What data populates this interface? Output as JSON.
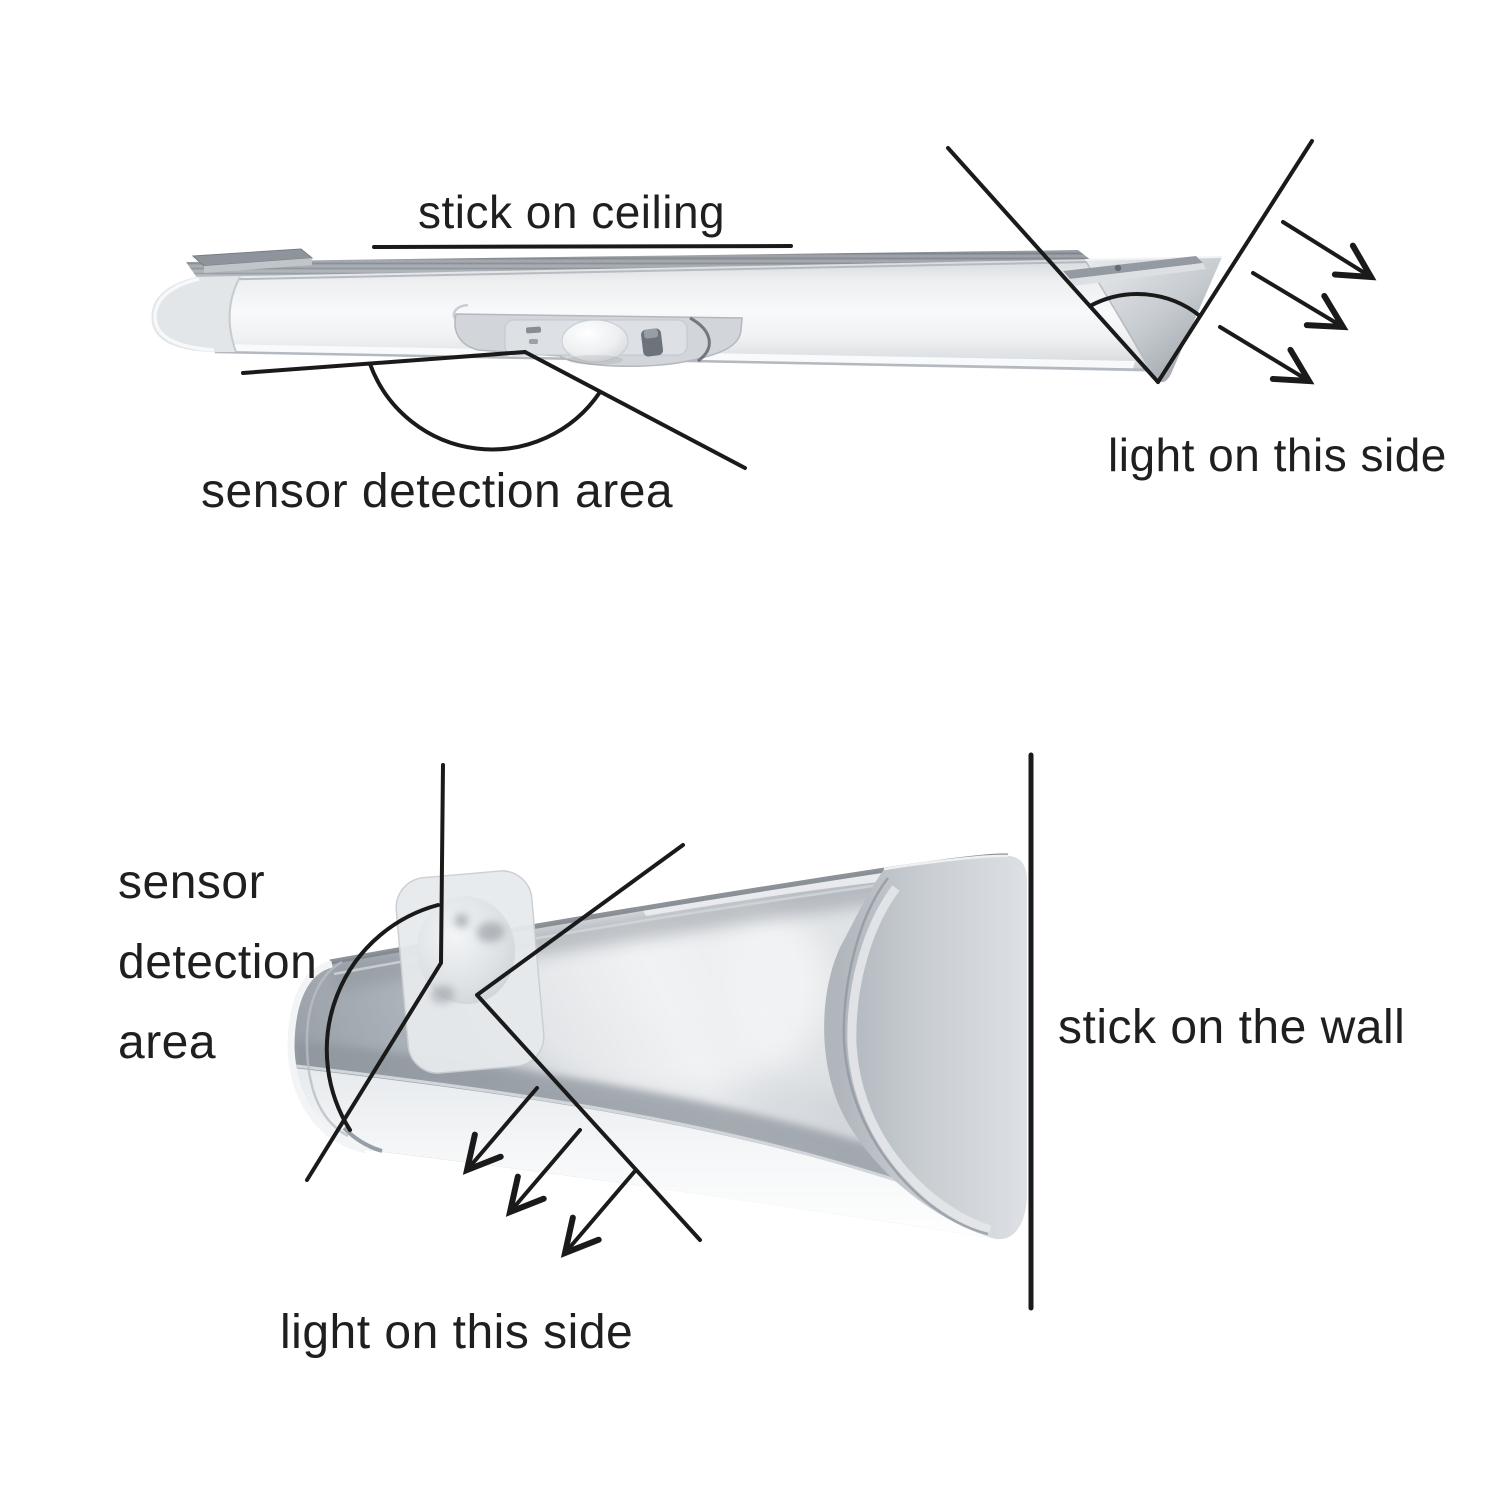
{
  "top_view": {
    "ceiling_label": "stick on ceiling",
    "sensor_area_label": "sensor detection area",
    "light_side_label": "light on this side"
  },
  "bottom_view": {
    "sensor_area_label_line1": "sensor",
    "sensor_area_label_line2": "detection",
    "sensor_area_label_line3": "area",
    "wall_label": "stick on the wall",
    "light_side_label": "light on this side"
  },
  "colors": {
    "annotation": "#1a1a1a",
    "text": "#1f1f1f",
    "background": "#ffffff",
    "metal_highlight": "#f8f9fa",
    "metal_mid": "#c6cbd0",
    "metal_shadow": "#8f959c"
  }
}
